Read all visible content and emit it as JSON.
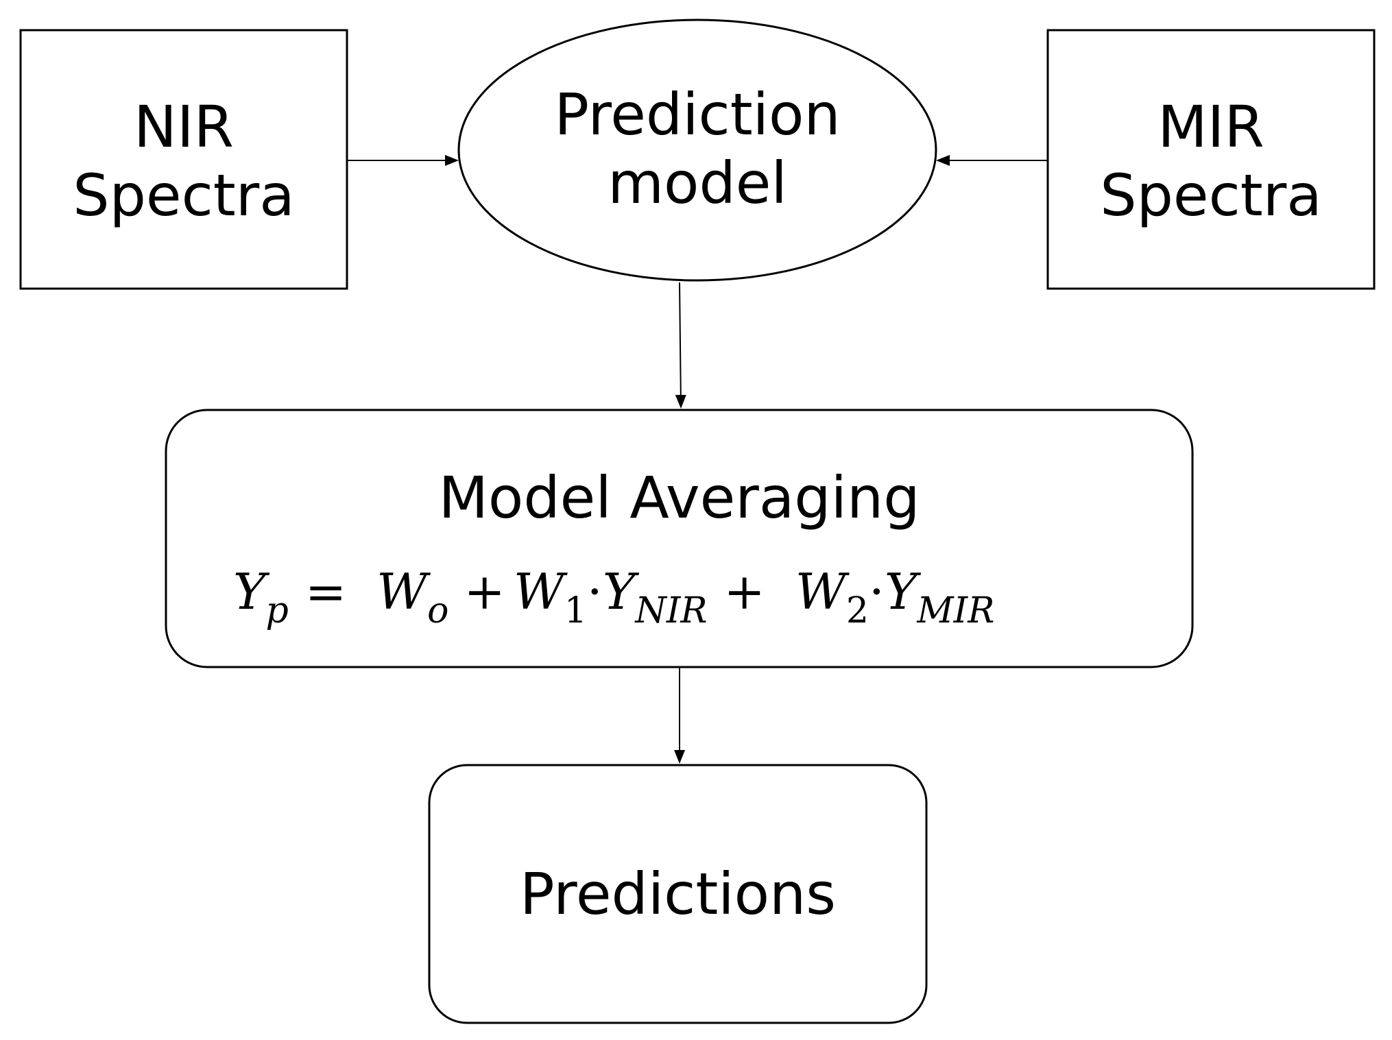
{
  "nodes": {
    "nir": {
      "line1": "NIR",
      "line2": "Spectra"
    },
    "model": {
      "line1": "Prediction",
      "line2": "model"
    },
    "mir": {
      "line1": "MIR",
      "line2": "Spectra"
    },
    "averaging": {
      "title": "Model Averaging",
      "formula": {
        "lhs": "Y",
        "lhs_sub": "p",
        "equals": "=",
        "w0": "W",
        "w0_sub": "o",
        "plus1": "+",
        "w1": "W",
        "w1_sub": "1",
        "dot1": "·",
        "y1": "Y",
        "y1_sub": "NIR",
        "plus2": "+",
        "w2": "W",
        "w2_sub": "2",
        "dot2": "·",
        "y2": "Y",
        "y2_sub": "MIR"
      }
    },
    "predictions": {
      "label": "Predictions"
    }
  }
}
